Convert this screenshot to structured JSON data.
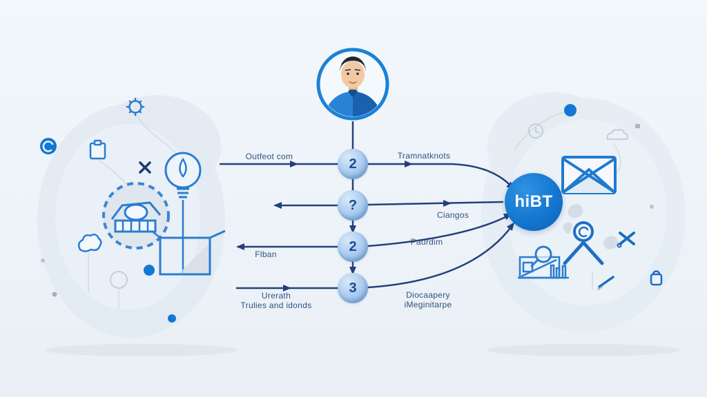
{
  "scene": {
    "background": "#edf3f8",
    "accent_blue": "#1478d2",
    "line_navy": "#24407c",
    "label_color": "#30507f"
  },
  "avatar": {
    "description": "man-avatar"
  },
  "nodes": [
    {
      "value": "2"
    },
    {
      "value": "?"
    },
    {
      "value": "2"
    },
    {
      "value": "3"
    }
  ],
  "hub": {
    "label": "hiBT",
    "color": "#1173cc"
  },
  "labels": {
    "row1_left": "Outfeot com",
    "row1_right": "Tramnatknots",
    "row2_right": "Ciangos",
    "row3_left": "Flban",
    "row3_right": "Paurdim",
    "row4_left": [
      "Urerath",
      "Trulies and idonds"
    ],
    "row4_right": [
      "Diocaapery",
      "iMeginitarpe"
    ]
  },
  "icons": {
    "center": [
      "person-avatar-icon"
    ],
    "left": [
      "globe-icon",
      "gear-icon",
      "clipboard-icon",
      "x-mark-icon",
      "eye-badge-icon",
      "lightbulb-icon",
      "open-box-icon",
      "cloud-icon"
    ],
    "right": [
      "envelope-icon",
      "person-figure-icon",
      "chart-magnifier-icon",
      "scissors-icon",
      "pen-icon",
      "lock-icon"
    ]
  }
}
